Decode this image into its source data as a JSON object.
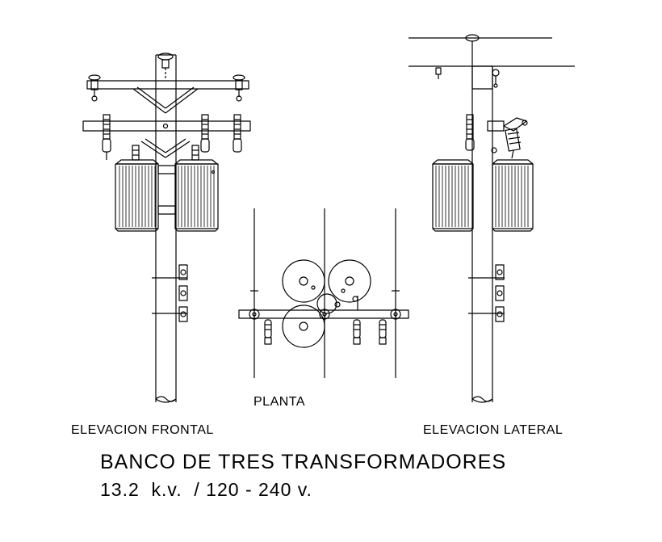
{
  "labels": {
    "elevation_frontal": "ELEVACION FRONTAL",
    "elevation_lateral": "ELEVACION LATERAL",
    "plan": "PLANTA"
  },
  "title": "BANCO DE TRES TRANSFORMADORES",
  "subtitle": "13.2  k.v.  / 120 - 240 v.",
  "colors": {
    "line": "#000000",
    "background": "#ffffff"
  }
}
